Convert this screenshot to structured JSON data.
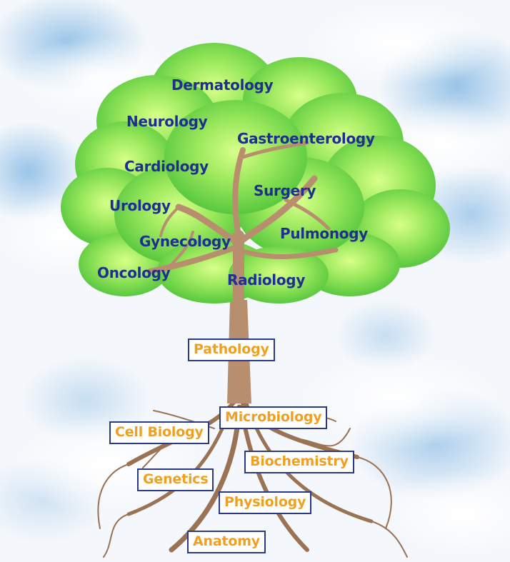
{
  "branches": [
    "Dermatology",
    "Neurology",
    "Gastroenterology",
    "Cardiology",
    "Surgery",
    "Urology",
    "Pulmonogy",
    "Gynecology",
    "Oncology",
    "Radiology"
  ],
  "trunk": "Pathology",
  "roots": [
    "Microbiology",
    "Cell Biology",
    "Biochemistry",
    "Genetics",
    "Physiology",
    "Anatomy"
  ],
  "colors": {
    "branch_text": "#1f2f8f",
    "root_text": "#f0a020",
    "box_border": "#2a3a8a",
    "trunk": "#b88f6e",
    "foliage": "#7ed957",
    "sky": "#a9cdea"
  }
}
